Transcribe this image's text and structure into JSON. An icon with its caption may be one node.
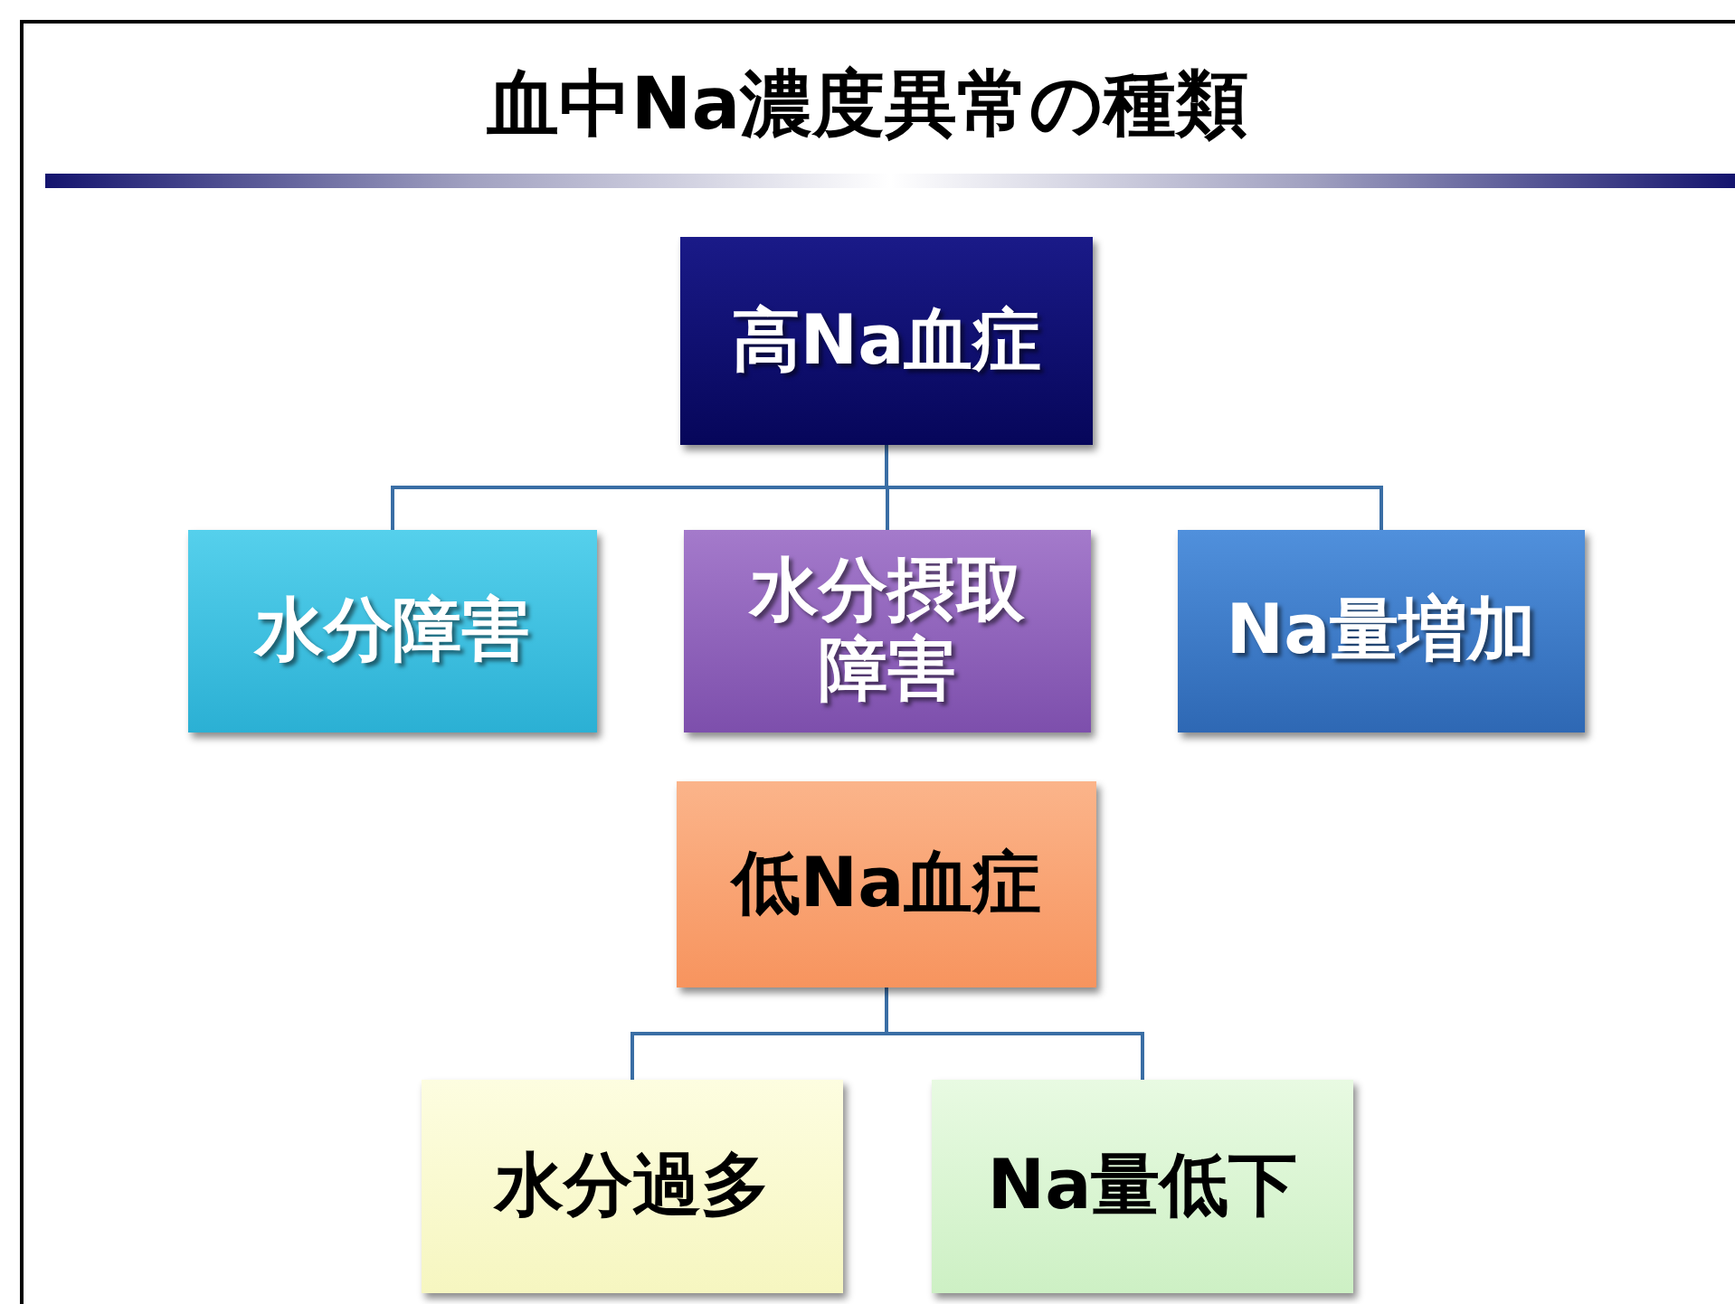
{
  "diagram": {
    "title": "血中Na濃度異常の種類",
    "nodes": [
      {
        "text": [
          "高Na血症"
        ]
      },
      {
        "text": [
          "水分障害"
        ]
      },
      {
        "text": [
          "水分摂取障害"
        ]
      },
      {
        "text": [
          "Na量増加"
        ]
      },
      {
        "text": [
          "低Na血症"
        ]
      },
      {
        "text": [
          "水分過多"
        ]
      },
      {
        "text": [
          "Na量低下"
        ]
      }
    ],
    "edges": [
      {
        "from": 0,
        "to": 1,
        "arrow": "none"
      },
      {
        "from": 0,
        "to": 2,
        "arrow": "none"
      },
      {
        "from": 0,
        "to": 3,
        "arrow": "none"
      },
      {
        "from": 4,
        "to": 5,
        "arrow": "none"
      },
      {
        "from": 4,
        "to": 6,
        "arrow": "none"
      }
    ]
  }
}
